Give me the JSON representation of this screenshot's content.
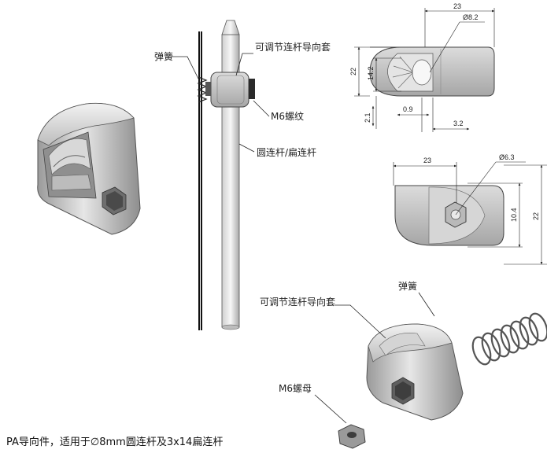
{
  "labels": {
    "spring_left": "弹簧",
    "guide_sleeve_top": "可调节连杆导向套",
    "m6_thread": "M6螺纹",
    "rod_type": "圆连杆/扁连杆",
    "spring_right": "弹簧",
    "guide_sleeve_bottom": "可调节连杆导向套",
    "m6_nut": "M6螺母"
  },
  "dimensions_top": {
    "width": "23",
    "diameter": "Ø8.2",
    "height_total": "22",
    "height_inner": "14.2",
    "slot_width": "0.9",
    "offset": "3.2",
    "thickness": "2.1"
  },
  "dimensions_bottom": {
    "width": "23",
    "diameter": "Ø6.3",
    "hex_height": "10.4",
    "height_total": "22"
  },
  "caption": "PA导向件，适用于∅8mm圆连杆及3x14扁连杆"
}
